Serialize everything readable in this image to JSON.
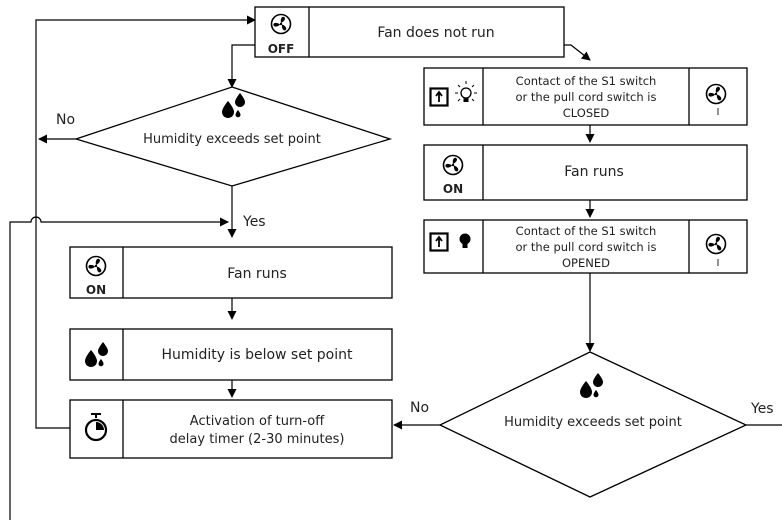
{
  "nodes": {
    "off_state": {
      "text": "Fan does not run",
      "icon_badge": "OFF",
      "icon": "fan-off-icon"
    },
    "decision_left": {
      "text": "Humidity exceeds set point",
      "icon": "humidity-drops-icon"
    },
    "fan_runs_left": {
      "text": "Fan runs",
      "icon_badge": "ON",
      "icon": "fan-on-icon"
    },
    "below_set_point": {
      "text": "Humidity is below set point",
      "icon": "humidity-drops-icon"
    },
    "delay_timer": {
      "line1": "Activation of turn-off",
      "line2": "delay timer (2-30 minutes)",
      "icon": "timer-icon"
    },
    "switch_closed": {
      "line1": "Contact of the S1 switch",
      "line2": "or the pull cord switch is",
      "line3": "CLOSED",
      "icon_left": "switch-light-on-icon",
      "icon_right": "fan-speed-1-icon",
      "speed_mark": "I"
    },
    "fan_runs_right": {
      "text": "Fan runs",
      "icon_badge": "ON",
      "icon": "fan-on-icon"
    },
    "switch_opened": {
      "line1": "Contact of the S1 switch",
      "line2": "or the pull cord switch is",
      "line3": "OPENED",
      "icon_left": "switch-light-off-icon",
      "icon_right": "fan-speed-1-icon",
      "speed_mark": "I"
    },
    "decision_right": {
      "text": "Humidity exceeds set point",
      "icon": "humidity-drops-icon"
    }
  },
  "edge_labels": {
    "left_no": "No",
    "left_yes": "Yes",
    "right_no": "No",
    "right_yes": "Yes"
  }
}
